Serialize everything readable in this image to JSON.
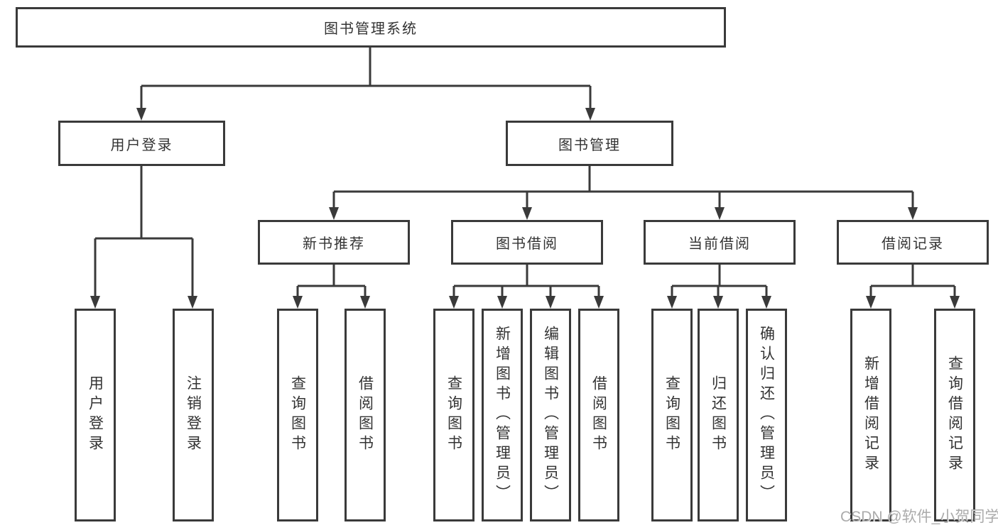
{
  "tree": {
    "root": {
      "label": "图书管理系统"
    },
    "branches": [
      {
        "label": "用户登录",
        "children": [
          {
            "label": "用户登录"
          },
          {
            "label": "注销登录"
          }
        ]
      },
      {
        "label": "图书管理",
        "children": [
          {
            "label": "新书推荐",
            "children": [
              {
                "label": "查询图书"
              },
              {
                "label": "借阅图书"
              }
            ]
          },
          {
            "label": "图书借阅",
            "children": [
              {
                "label": "查询图书"
              },
              {
                "label": "新增图书（管理员）"
              },
              {
                "label": "编辑图书（管理员）"
              },
              {
                "label": "借阅图书"
              }
            ]
          },
          {
            "label": "当前借阅",
            "children": [
              {
                "label": "查询图书"
              },
              {
                "label": "归还图书"
              },
              {
                "label": "确认归还（管理员）"
              }
            ]
          },
          {
            "label": "借阅记录",
            "children": [
              {
                "label": "新增借阅记录"
              },
              {
                "label": "查询借阅记录"
              }
            ]
          }
        ]
      }
    ]
  },
  "watermark": {
    "text": "CSDN @软件_小贺同学"
  },
  "colors": {
    "line": "#3a3a3a",
    "border": "#3a3a3a",
    "text": "#333333",
    "background": "#ffffff",
    "watermark": "#ababab"
  }
}
